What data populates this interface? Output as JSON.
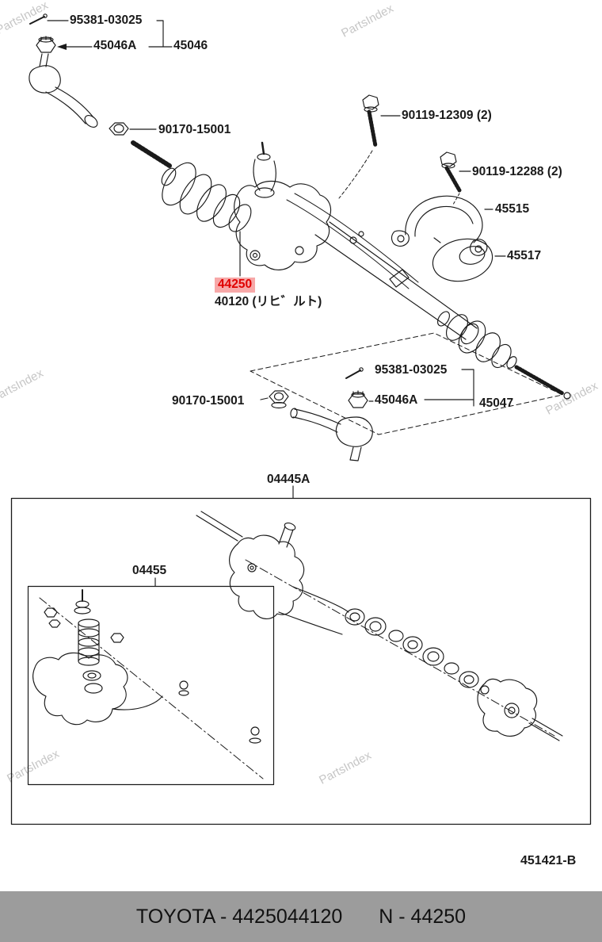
{
  "watermark_text": "PartsIndex",
  "diagram": {
    "labels": {
      "cotter_pin_top": "95381-03025",
      "castle_nut_top": "45046A",
      "tie_rod_end_top": "45046",
      "lock_nut_top": "90170-15001",
      "bolt_bracket": "90119-12309 (2)",
      "bolt_clamp": "90119-12288 (2)",
      "clamp_bracket": "45515",
      "bushing": "45517",
      "steering_gear": "44250",
      "steering_gear_reman": "40120 (リヒ゛ルト)",
      "cotter_pin_bottom": "95381-03025",
      "lock_nut_bottom": "90170-15001",
      "castle_nut_bottom": "45046A",
      "tie_rod_end_bottom": "45047",
      "overhaul_kit": "04445A",
      "seal_kit": "04455",
      "drawing_ref": "451421-B"
    }
  },
  "footer": {
    "part_title": "TOYOTA - 4425044120",
    "part_number": "N - 44250"
  },
  "colors": {
    "highlight_bg": "#f7a8a8",
    "highlight_text": "#e00000",
    "footer_bg": "#9c9c9c",
    "watermark": "#c6c6c6"
  }
}
